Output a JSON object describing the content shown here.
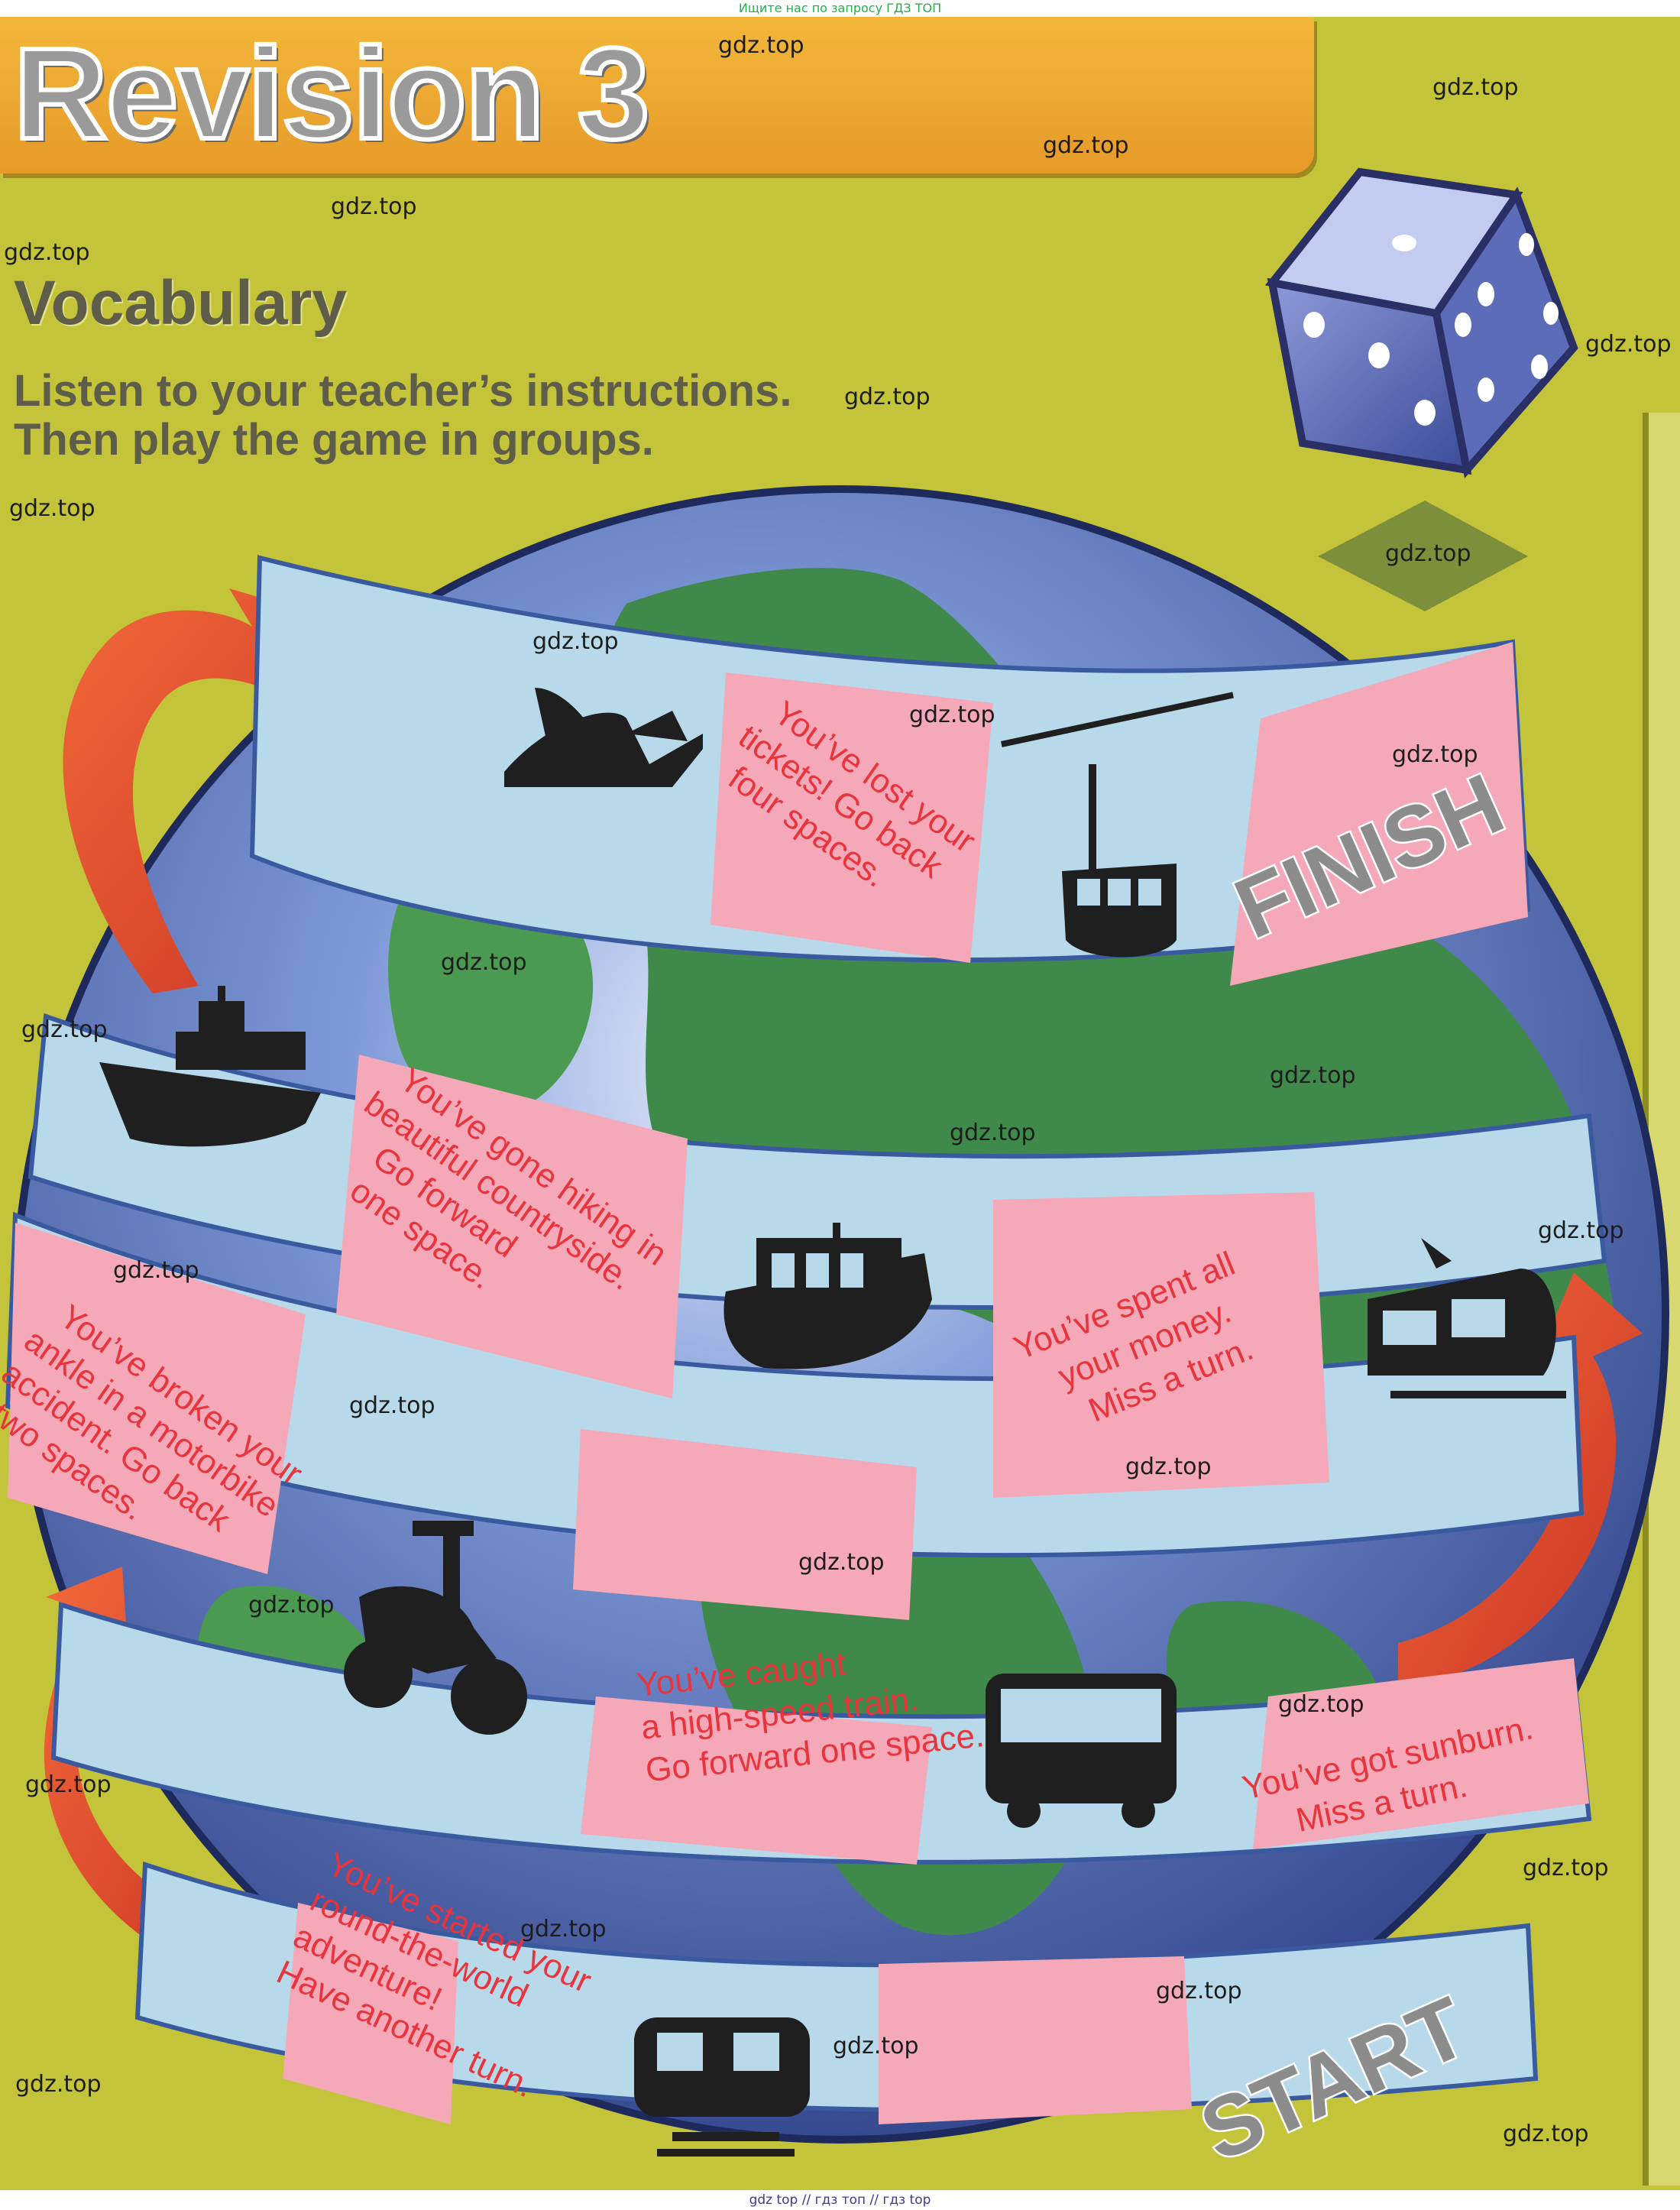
{
  "header": {
    "top_note": "Ищите нас по запросу ГДЗ ТОП",
    "title": "Revision 3",
    "bottom_note": "gdz top  //  гдз топ  //  гдз top"
  },
  "section": {
    "heading": "Vocabulary",
    "instruction_line1": "Listen to your teacher’s instructions.",
    "instruction_line2": "Then play the game in groups."
  },
  "board": {
    "start_label": "START",
    "finish_label": "FINISH",
    "squares": {
      "started": [
        "You’ve started your",
        "round-the-world",
        "adventure!",
        "Have another turn."
      ],
      "caught_train": [
        "You’ve caught",
        "a high-speed train.",
        "Go forward one space."
      ],
      "sunburn": [
        "You’ve got sunburn.",
        "Miss a turn."
      ],
      "broken_ankle": [
        "You’ve broken your",
        "ankle in a motorbike",
        "accident. Go back",
        "two spaces."
      ],
      "hiking": [
        "You’ve gone hiking in",
        "beautiful countryside.",
        "Go forward",
        "one space."
      ],
      "spent_money": [
        "You’ve spent all",
        "your money.",
        "Miss a turn."
      ],
      "lost_tickets": [
        "You’ve lost your",
        "tickets! Go back",
        "four spaces."
      ]
    },
    "icons": [
      "train-icon",
      "bus-icon",
      "scooter-icon",
      "boat-icon",
      "tram-icon",
      "ship-icon",
      "plane-icon",
      "cable-car-icon",
      "dice-icon"
    ]
  },
  "watermark": "gdz.top"
}
